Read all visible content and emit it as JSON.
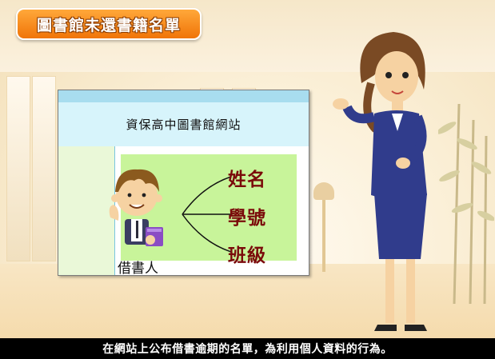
{
  "title": "圖書館未還書籍名單",
  "website": {
    "name": "資保高中圖書館網站",
    "fields": [
      "姓名",
      "學號",
      "班級"
    ],
    "borrower_label": "借書人"
  },
  "subtitle": "在網站上公布借書逾期的名單，為利用個人資料的行為。",
  "colors": {
    "title_bg": "#f68a1e",
    "field_text": "#7a0a0a",
    "info_box": "#c8f49a",
    "header_bg": "#d7f4fb"
  }
}
